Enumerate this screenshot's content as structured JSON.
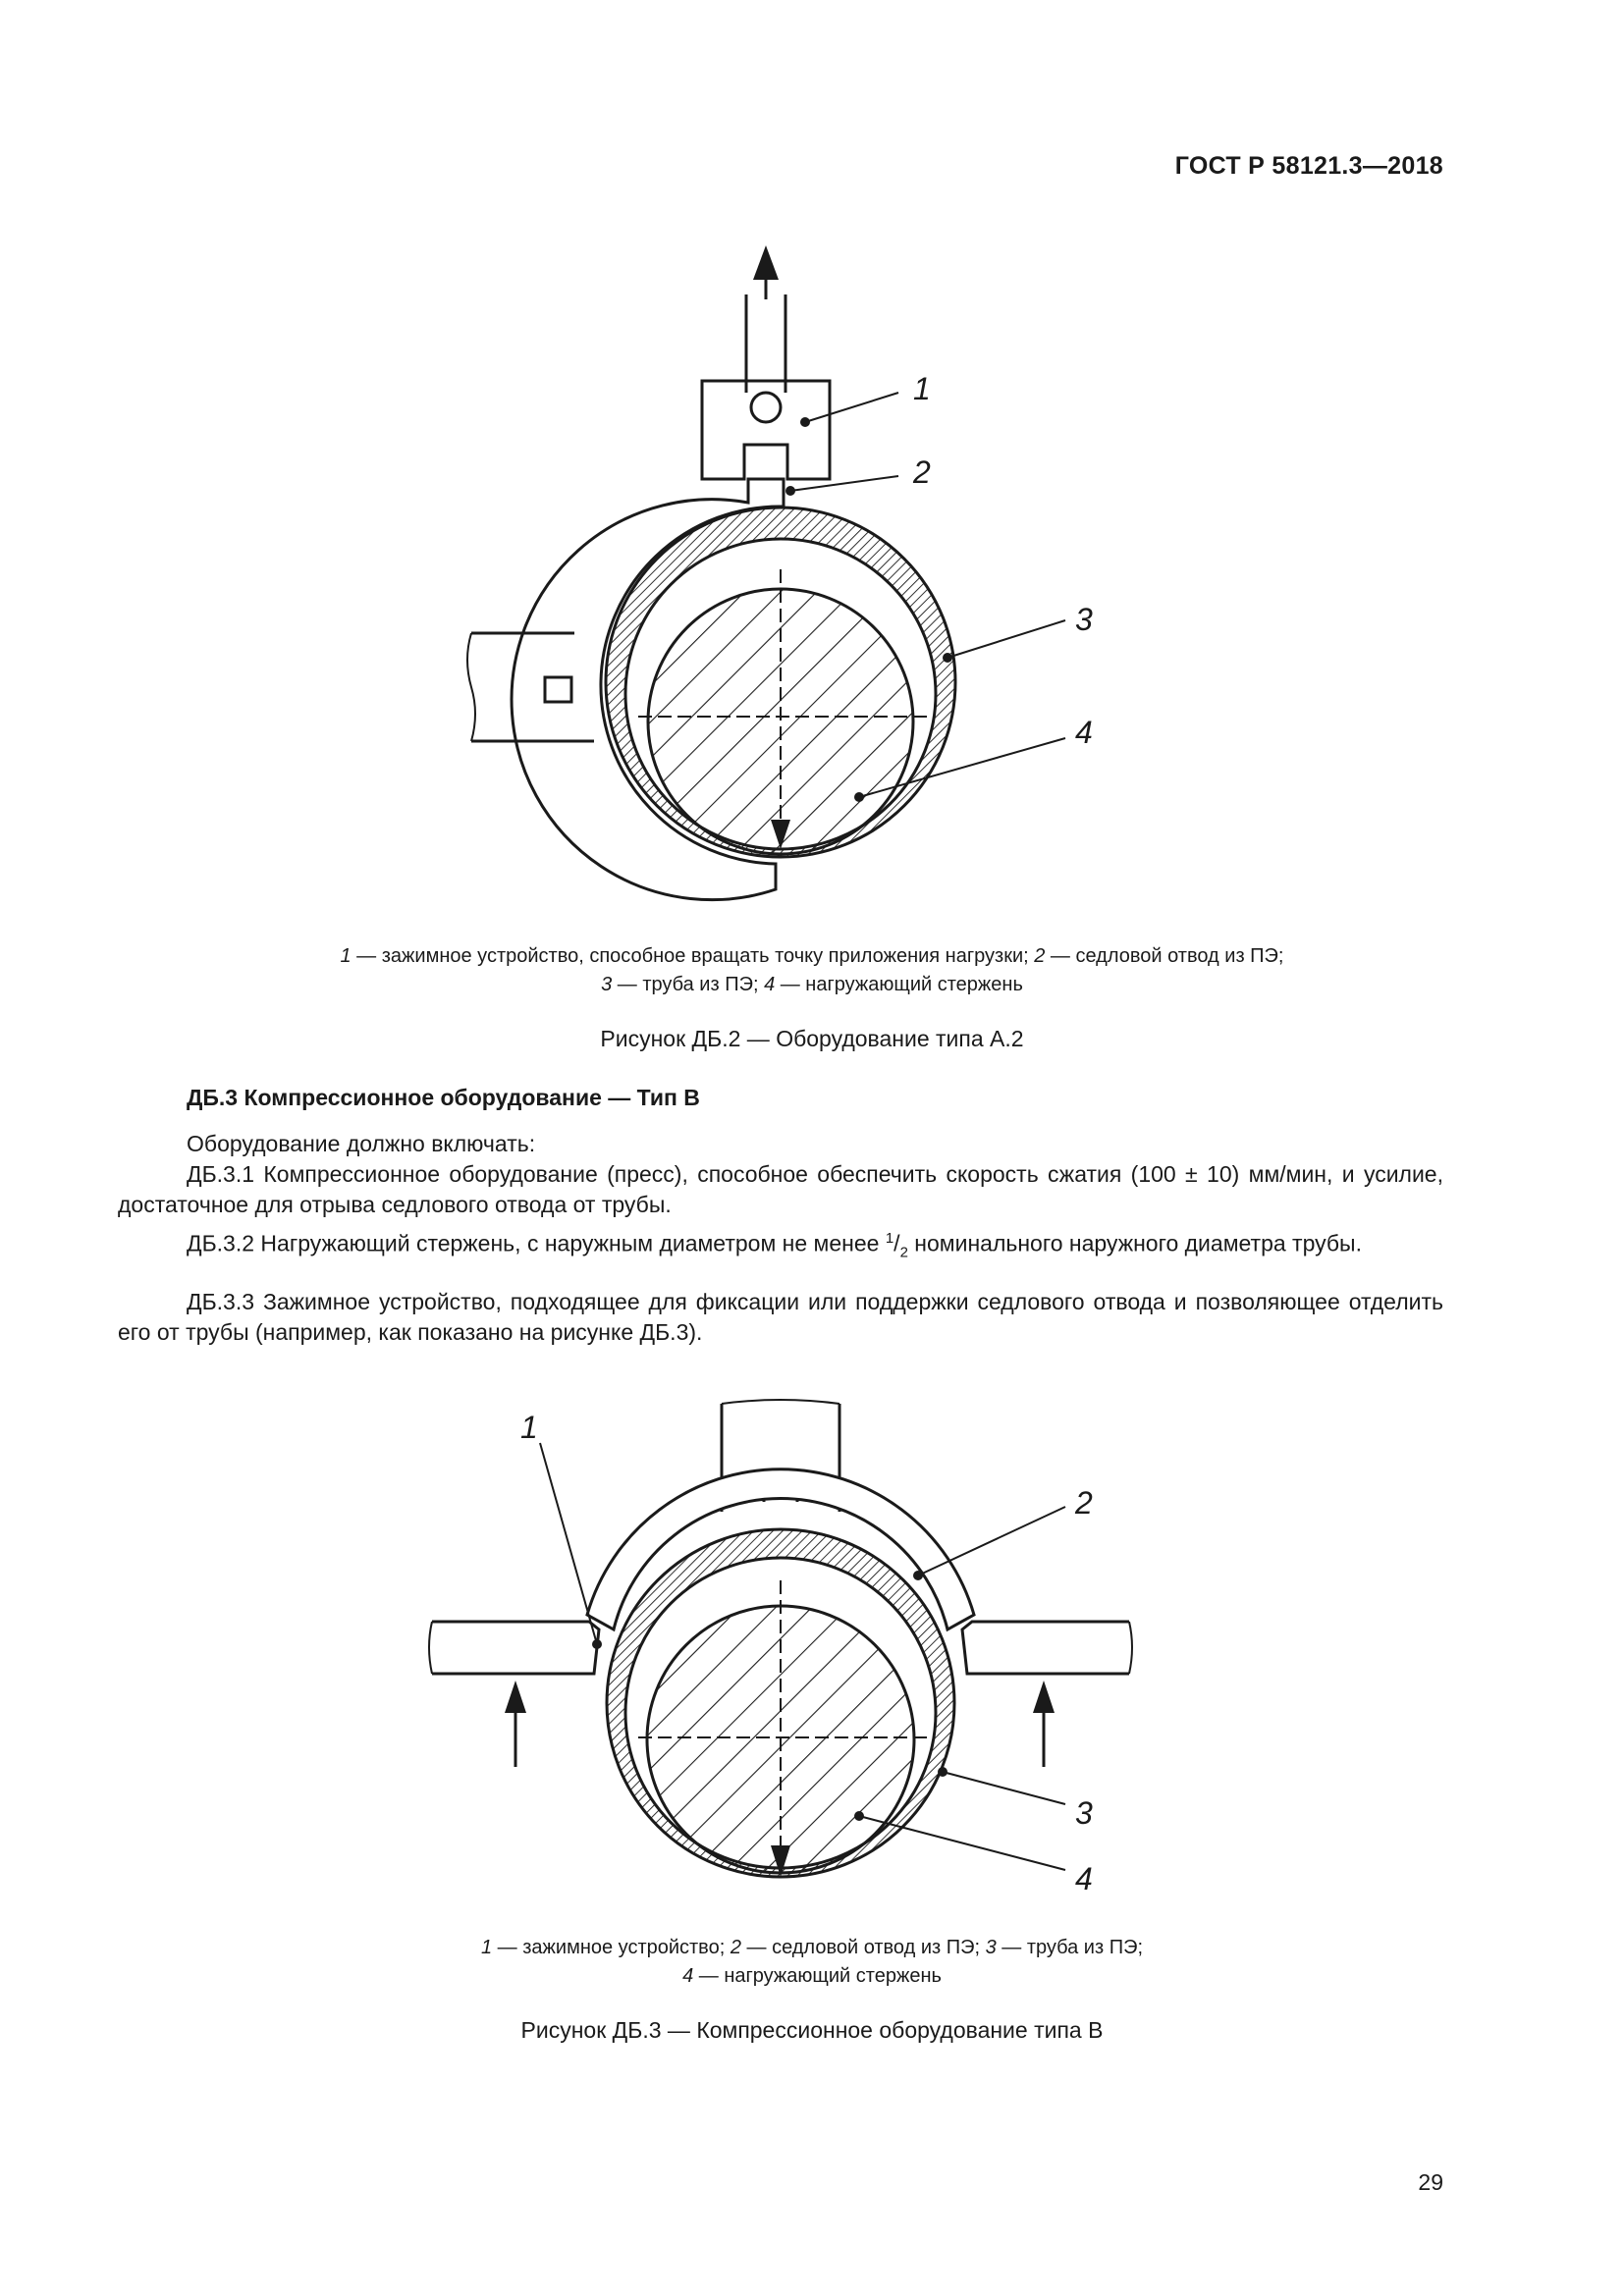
{
  "header": {
    "standard": "ГОСТ Р 58121.3—2018"
  },
  "figure_a2": {
    "callouts": [
      "1",
      "2",
      "3",
      "4"
    ],
    "legend_line1": [
      {
        "k": "1",
        "t": " — зажимное устройство, способное вращать точку приложения нагрузки; "
      },
      {
        "k": "2",
        "t": " — седловой отвод из ПЭ;"
      }
    ],
    "legend_line2": [
      {
        "k": "3",
        "t": " — труба из ПЭ; "
      },
      {
        "k": "4",
        "t": " — нагружающий стержень"
      }
    ],
    "caption": "Рисунок ДБ.2 — Оборудование типа А.2"
  },
  "section": {
    "title": "ДБ.3  Компрессионное оборудование — Тип В",
    "intro": "Оборудование должно включать:",
    "p1": "ДБ.3.1  Компрессионное оборудование (пресс), способное обеспечить скорость сжатия (100 ± 10) мм/мин, и усилие, достаточное для отрыва седлового отвода от трубы.",
    "p2_before": "ДБ.3.2  Нагружающий стержень, с наружным диаметром не менее ",
    "p2_frac_num": "1",
    "p2_frac_den": "2",
    "p2_after": " номинального наружного диаметра трубы.",
    "p3": "ДБ.3.3  Зажимное устройство, подходящее для фиксации или поддержки седлового отвода и позволяющее отделить его от трубы (например, как показано на рисунке ДБ.3)."
  },
  "figure_b3": {
    "callouts": [
      "1",
      "2",
      "3",
      "4"
    ],
    "legend_line1": [
      {
        "k": "1",
        "t": " — зажимное устройство; "
      },
      {
        "k": "2",
        "t": " — седловой отвод из ПЭ; "
      },
      {
        "k": "3",
        "t": " — труба из ПЭ;"
      }
    ],
    "legend_line2": [
      {
        "k": "4",
        "t": " — нагружающий стержень"
      }
    ],
    "caption": "Рисунок ДБ.3 — Компрессионное оборудование типа В"
  },
  "page_number": "29"
}
